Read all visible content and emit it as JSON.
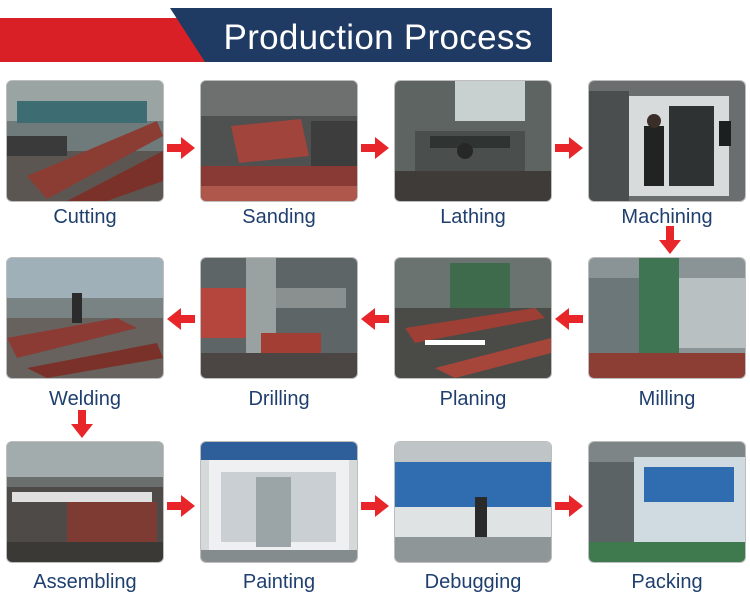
{
  "header": {
    "title": "Production Process"
  },
  "colors": {
    "banner_navy": "#1f3a63",
    "banner_red": "#d92026",
    "arrow_red": "#e8262a",
    "label_blue": "#1f3f6e"
  },
  "steps": [
    {
      "label": "Cutting"
    },
    {
      "label": "Sanding"
    },
    {
      "label": "Lathing"
    },
    {
      "label": "Machining"
    },
    {
      "label": "Milling"
    },
    {
      "label": "Planing"
    },
    {
      "label": "Drilling"
    },
    {
      "label": "Welding"
    },
    {
      "label": "Assembling"
    },
    {
      "label": "Painting"
    },
    {
      "label": "Debugging"
    },
    {
      "label": "Packing"
    }
  ],
  "arrows": [
    {
      "icon": "arrow-right-icon"
    },
    {
      "icon": "arrow-down-icon"
    },
    {
      "icon": "arrow-left-icon"
    }
  ]
}
